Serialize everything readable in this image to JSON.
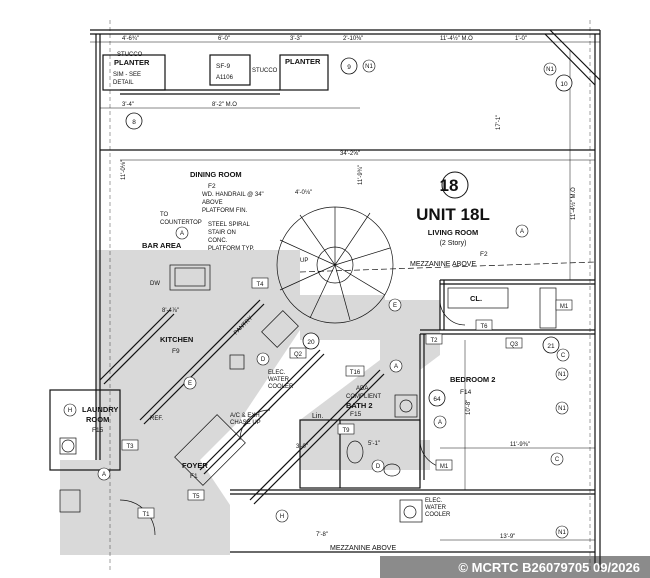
{
  "plan": {
    "unit_number": "18",
    "unit_title": "UNIT 18L",
    "living_room": "LIVING ROOM",
    "living_room_sub": "(2 Story)",
    "living_room_tag": "F2",
    "mezzanine_top": "MEZZANINE ABOVE",
    "mezzanine_bottom": "MEZZANINE ABOVE",
    "dining_room": "DINING ROOM",
    "dining_tag": "F2",
    "dining_note": [
      "WD. HANDRAIL @ 34\"",
      "ABOVE",
      "PLATFORM FIN."
    ],
    "stair_note": [
      "STEEL SPIRAL",
      "STAIR ON",
      "CONC.",
      "PLATFORM TYP."
    ],
    "to_countertop": [
      "TO",
      "COUNTERTOP"
    ],
    "bar_area": "BAR AREA",
    "kitchen": "KITCHEN",
    "kitchen_tag": "F9",
    "pantry": "PANTRY",
    "laundry": [
      "LAUNDRY",
      "ROOM"
    ],
    "laundry_tag": "F15",
    "foyer": "FOYER",
    "foyer_tag": "F1",
    "bedroom": "BEDROOM 2",
    "bedroom_tag": "F14",
    "bath": "BATH 2",
    "bath_tag": "F15",
    "ada": [
      "ADA",
      "COMPLIENT"
    ],
    "elec_water_cooler_1": [
      "ELEC.",
      "WATER",
      "COOLER"
    ],
    "elec_water_cooler_2": [
      "ELEC.",
      "WATER",
      "COOLER"
    ],
    "ac_chase": [
      "A/C & EXH.",
      "CHASE UP"
    ],
    "closet": "CL.",
    "linen": "Lin.",
    "planter_left": "PLANTER",
    "planter_right": "PLANTER",
    "stucco": "STUCCO",
    "stucco2": "STUCCO",
    "sim_see": [
      "SIM - SEE",
      "DETAIL"
    ],
    "sf_tag": "SF-9",
    "sf_sheet": "A1106",
    "ref": "REF.",
    "dw": "DW",
    "up": "UP",
    "callouts": [
      "8",
      "9",
      "10",
      "20",
      "21",
      "64"
    ],
    "dims": {
      "d1": "4'-6¾\"",
      "d2": "6'-0\"",
      "d3": "3'-3\"",
      "d4": "2'-10⅜\"",
      "d5": "11'-4½\" M.O",
      "d6": "1'-0\"",
      "d7": "8'-2\" M.O",
      "d8": "34'-2⅝\"",
      "d9": "11'-9¾\"",
      "d10": "11'-0⅛\"",
      "d11": "17'-1\"",
      "d12": "11'-4½\" M.O",
      "d13": "3'-4\"",
      "d14": "4'-0⅛\"",
      "d15": "8'-4⅞\"",
      "d16": "10'-8\"",
      "d17": "11'-9⅜\"",
      "d18": "13'-9\"",
      "d19": "7'-8\"",
      "d20": "3'-0\"",
      "d21": "5'-1\""
    },
    "tags": [
      "T1",
      "T2",
      "T3",
      "T4",
      "T5",
      "T6",
      "T9",
      "T16",
      "M1",
      "M1",
      "N1",
      "N1",
      "N1",
      "N1",
      "N1",
      "Q2",
      "Q3",
      "A",
      "A",
      "A",
      "A",
      "A",
      "E",
      "E",
      "H",
      "H",
      "D",
      "D",
      "C",
      "C"
    ],
    "watermark": "© MCRTC B26079705 09/2026"
  },
  "colors": {
    "line": "#111111",
    "shade": "#d9d9d9",
    "wall_fill": "#ffffff",
    "paper": "#ffffff"
  }
}
